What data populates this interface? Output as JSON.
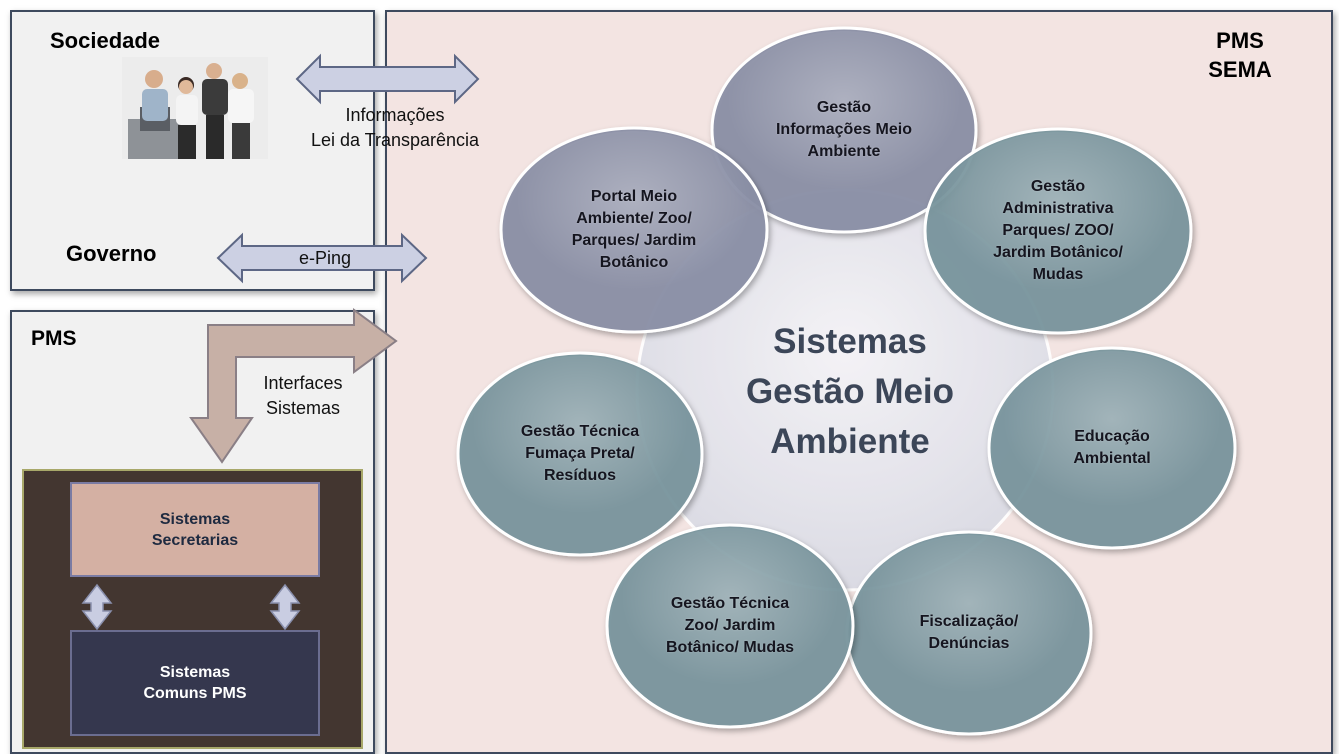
{
  "sociedade": {
    "label": "Sociedade",
    "arrow_text_line1": "Informações",
    "arrow_text_line2": "Lei da Transparência"
  },
  "governo": {
    "label": "Governo",
    "arrow_text": "e-Ping"
  },
  "pms": {
    "label": "PMS",
    "arrow_text_line1": "Interfaces",
    "arrow_text_line2": "Sistemas",
    "secretarias_line1": "Sistemas",
    "secretarias_line2": "Secretarias",
    "comuns_line1": "Sistemas",
    "comuns_line2": "Comuns PMS"
  },
  "sema": {
    "title_line1": "PMS",
    "title_line2": "SEMA",
    "center_line1": "Sistemas",
    "center_line2": "Gestão Meio",
    "center_line3": "Ambiente",
    "bubbles": [
      {
        "lines": [
          "Gestão",
          "Informações Meio",
          "Ambiente"
        ],
        "fill": "#8a8fa6"
      },
      {
        "lines": [
          "Gestão",
          "Administrativa",
          "Parques/ ZOO/",
          "Jardim Botânico/",
          "Mudas"
        ],
        "fill": "#79949d"
      },
      {
        "lines": [
          "Educação",
          "Ambiental"
        ],
        "fill": "#79949d"
      },
      {
        "lines": [
          "Fiscalização/",
          "Denúncias"
        ],
        "fill": "#79949d"
      },
      {
        "lines": [
          "Gestão Técnica",
          "Zoo/ Jardim",
          "Botânico/ Mudas"
        ],
        "fill": "#79949d"
      },
      {
        "lines": [
          "Gestão Técnica",
          "Fumaça Preta/",
          "Resíduos"
        ],
        "fill": "#79949d"
      },
      {
        "lines": [
          "Portal Meio",
          "Ambiente/ Zoo/",
          "Parques/ Jardim",
          "Botânico"
        ],
        "fill": "#8a8fa6"
      }
    ]
  },
  "colors": {
    "panel_border": "#3e4a5e",
    "sema_background": "#f3e4e2",
    "bubble_fill": "#79949d",
    "center_circle_fill": "#e6e6ee",
    "arrow_fill": "#ccd0e3",
    "interfaces_arrow_fill": "#c7b0a6"
  }
}
